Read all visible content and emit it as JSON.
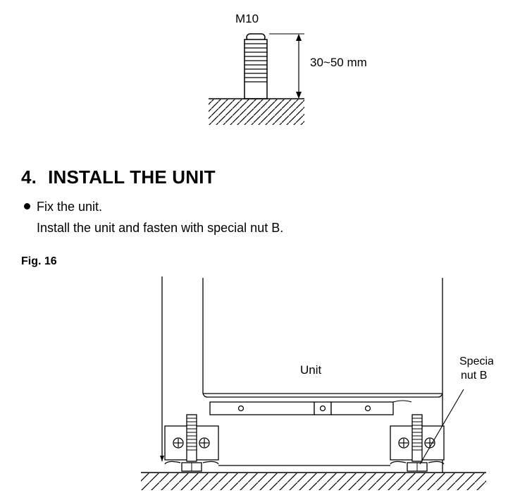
{
  "top_figure": {
    "bolt_label": "M10",
    "dimension_label": "30~50 mm"
  },
  "section": {
    "number": "4.",
    "title": "INSTALL THE UNIT"
  },
  "bullet": {
    "text": "Fix the unit.",
    "detail": "Install the unit and fasten with special nut B."
  },
  "figure": {
    "label": "Fig. 16",
    "unit_label": "Unit",
    "nut_label_line1": "Special",
    "nut_label_line2": "nut B"
  }
}
